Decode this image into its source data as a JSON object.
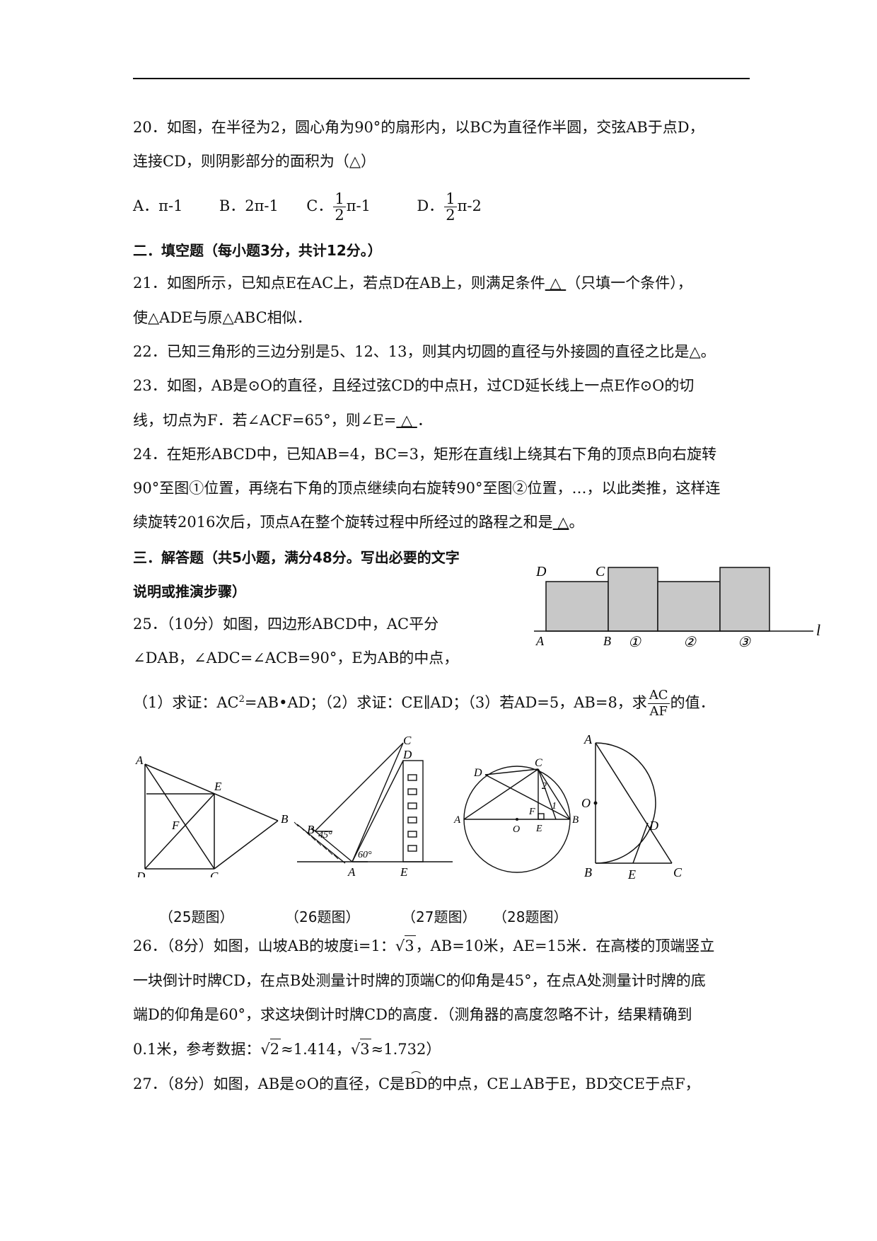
{
  "q20": {
    "line1": "20．如图，在半径为2，圆心角为90°的扇形内，以BC为直径作半圆，交弦AB于点D，",
    "line2": "连接CD，则阴影部分的面积为（△）",
    "optA": "A．π-1",
    "optB": "B．2π-1",
    "optC_label": "C．",
    "optC_num": "1",
    "optC_den": "2",
    "optC_tail": "π-1",
    "optD_label": "D．",
    "optD_num": "1",
    "optD_den": "2",
    "optD_tail": "π-2"
  },
  "section2": "二．填空题（每小题3分，共计12分。）",
  "q21": {
    "line1a": "21．如图所示，已知点E在AC上，若点D在AB上，则满足条件",
    "blank": " △ ",
    "line1b": "（只填一个条件），",
    "line2": "使△ADE与原△ABC相似．"
  },
  "q22": {
    "line1": "22．已知三角形的三边分别是5、12、13，则其内切圆的直径与外接圆的直径之比是△。"
  },
  "q23": {
    "line1": "23．如图，AB是⊙O的直径，且经过弦CD的中点H，过CD延长线上一点E作⊙O的切",
    "line2a": "线，切点为F．若∠ACF=65°，则∠E=",
    "blank": "  △  ",
    "line2b": "．"
  },
  "q24": {
    "line1": "24．在矩形ABCD中，已知AB=4，BC=3，矩形在直线l上绕其右下角的顶点B向右旋转",
    "line2": "90°至图①位置，再绕右下角的顶点继续向右旋转90°至图②位置，…，以此类推，这样连",
    "line3a": "续旋转2016次后，顶点A在整个旋转过程中所经过的路程之和是",
    "blank": " △",
    "line3b": "。"
  },
  "section3": {
    "line1": "三．解答题（共5小题，满分48分。写出必要的文字",
    "line2": "说明或推演步骤）"
  },
  "q25": {
    "line1": "25．（10分）如图，四边形ABCD中，AC平分",
    "line2": "∠DAB，∠ADC=∠ACB=90°，E为AB的中点，",
    "line3a": "（1）求证：AC",
    "sup": "2",
    "line3b": "=AB•AD；（2）求证：CE∥AD；（3）若AD=5，AB=8，求",
    "frac_num": "AC",
    "frac_den": "AF",
    "line3c": "的值．"
  },
  "fig24": {
    "labels": {
      "D": "D",
      "C": "C",
      "A": "A",
      "B": "B",
      "l": "l",
      "c1": "①",
      "c2": "②",
      "c3": "③"
    }
  },
  "fig25": {
    "A": "A",
    "E": "E",
    "F": "F",
    "B": "B",
    "D": "D",
    "C": "C"
  },
  "fig26": {
    "C": "C",
    "D": "D",
    "B": "B",
    "A": "A",
    "E": "E",
    "ang45": "45°",
    "ang60": "60°"
  },
  "fig27": {
    "C": "C",
    "D": "D",
    "A": "A",
    "B": "B",
    "F": "F",
    "O": "O",
    "E": "E",
    "n1": "1",
    "n2": "2"
  },
  "fig28": {
    "A": "A",
    "O": "O",
    "D": "D",
    "B": "B",
    "E": "E",
    "C": "C"
  },
  "captions": [
    "（25题图）",
    "（26题图）",
    "（27题图）",
    "（28题图）"
  ],
  "q26": {
    "line1a": "26．（8分）如图，山坡AB的坡度i=1：",
    "sqrt1": "3",
    "line1b": "，AB=10米，AE=15米．在高楼的顶端竖立",
    "line2": "一块倒计时牌CD，在点B处测量计时牌的顶端C的仰角是45°，在点A处测量计时牌的底",
    "line3": "端D的仰角是60°，求这块倒计时牌CD的高度．（测角器的高度忽略不计，结果精确到",
    "line4a": "0.1米，参考数据：",
    "sqrt2": "2",
    "line4b": "≈1.414，",
    "sqrt3": "3",
    "line4c": "≈1.732）"
  },
  "q27": {
    "line1a": "27．（8分）如图，AB是⊙O的直径，C是",
    "arc": "BD",
    "line1b": "的中点，CE⊥AB于E，BD交CE于点F，"
  }
}
